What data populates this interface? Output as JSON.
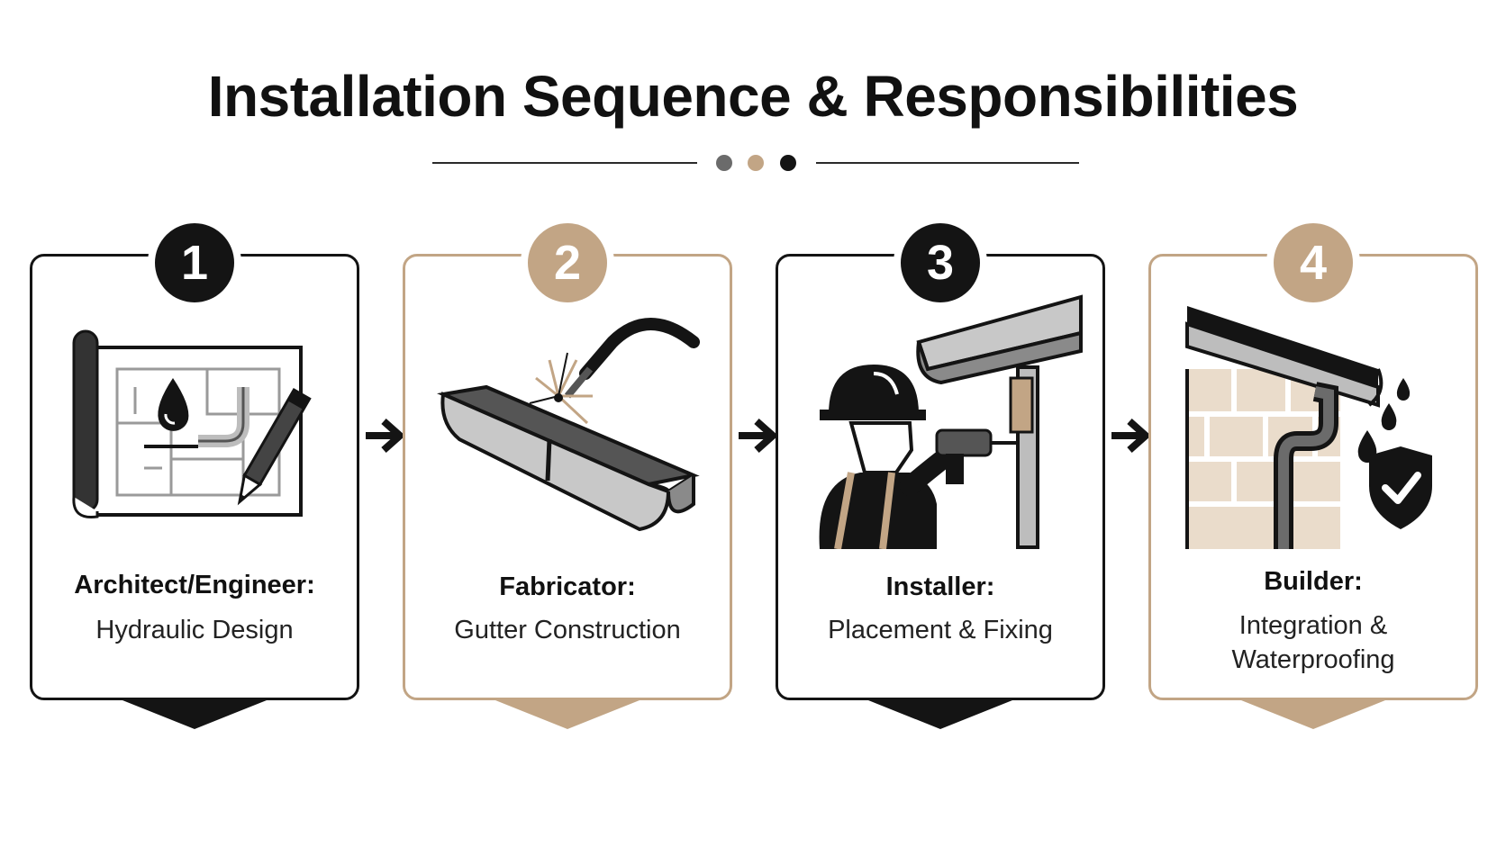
{
  "title": "Installation Sequence & Responsibilities",
  "colors": {
    "dark": "#141414",
    "tan": "#c2a585",
    "grey": "#6b6b6b"
  },
  "steps": [
    {
      "number": "1",
      "role": "Architect/Engineer:",
      "task": "Hydraulic Design",
      "accent": "dark",
      "icon": "blueprint-pencil-icon"
    },
    {
      "number": "2",
      "role": "Fabricator:",
      "task": "Gutter Construction",
      "accent": "tan",
      "icon": "welding-gutter-icon"
    },
    {
      "number": "3",
      "role": "Installer:",
      "task": "Placement & Fixing",
      "accent": "dark",
      "icon": "installer-drilling-icon"
    },
    {
      "number": "4",
      "role": "Builder:",
      "task": "Integration & Waterproofing",
      "accent": "tan",
      "icon": "downpipe-shield-icon"
    }
  ]
}
